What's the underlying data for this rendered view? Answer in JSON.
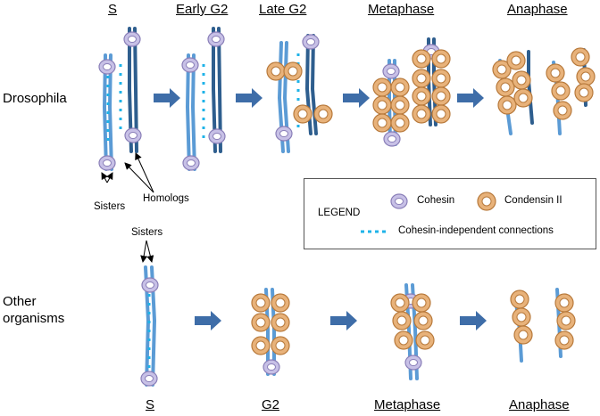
{
  "stages_top": [
    "S",
    "Early G2",
    "Late G2",
    "Metaphase",
    "Anaphase"
  ],
  "stages_bottom": [
    "S",
    "G2",
    "Metaphase",
    "Anaphase"
  ],
  "rows": {
    "top": "Drosophila",
    "bottom_line1": "Other",
    "bottom_line2": "organisms"
  },
  "annotations": {
    "sisters": "Sisters",
    "homologs": "Homologs",
    "sisters_bottom": "Sisters"
  },
  "legend": {
    "title": "LEGEND",
    "cohesin": "Cohesin",
    "condensin": "Condensin II",
    "connections": "Cohesin-independent connections"
  },
  "colors": {
    "sister_light": "#5b9bd5",
    "sister_dark": "#2e5e8e",
    "cohesin": "#c7c0e6",
    "condensin": "#e8b27a",
    "connection": "#1fb3e8",
    "arrow": "#3e6da8"
  },
  "icons": [
    "cohesin-ring-icon",
    "condensin-ring-icon",
    "right-arrow-icon"
  ]
}
